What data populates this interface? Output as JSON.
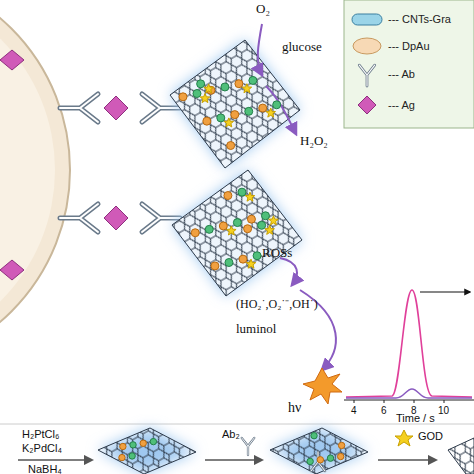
{
  "diagram": {
    "labels": [
      "O₂",
      "glucose",
      "H₂O₂",
      "ROSs",
      "(HO₂˙,O₂˙⁻,OH˙)",
      "luminol",
      "hν",
      "4",
      "6",
      "8",
      "10",
      "Time / s",
      "H₂PtCl₆",
      "K₂PdCl₄",
      "NaBH₄",
      "Ab₂",
      "GOD"
    ],
    "legend": [
      {
        "text": "--- CNTs-Gra"
      },
      {
        "text": "--- DpAu"
      },
      {
        "text": "--- Ab"
      },
      {
        "text": "--- Ag"
      }
    ]
  }
}
